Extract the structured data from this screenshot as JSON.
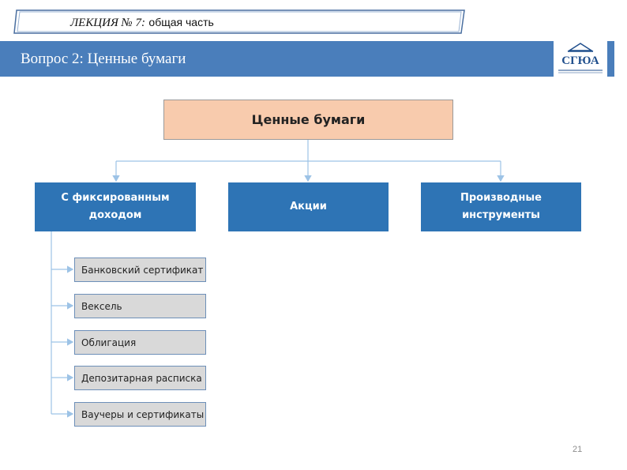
{
  "header": {
    "lecture_label": "ЛЕКЦИЯ № 7:",
    "lecture_topic": "общая часть",
    "question_title": "Вопрос 2: Ценные бумаги",
    "logo_text": "СГЮА"
  },
  "diagram": {
    "root": "Ценные бумаги",
    "categories": [
      {
        "line1": "С фиксированным",
        "line2": "доходом"
      },
      {
        "line1": "Акции",
        "line2": ""
      },
      {
        "line1": "Производные",
        "line2": "инструменты"
      }
    ],
    "fixed_income_items": [
      "Банковский сертификат",
      "Вексель",
      "Облигация",
      "Депозитарная расписка",
      "Ваучеры и сертификаты"
    ]
  },
  "colors": {
    "banner": "#4a7ebb",
    "root_fill": "#f8cbad",
    "category_fill": "#2e74b5",
    "item_fill": "#d9d9d9",
    "connector": "#9dc3e6"
  },
  "footer": {
    "page_number": "21"
  }
}
